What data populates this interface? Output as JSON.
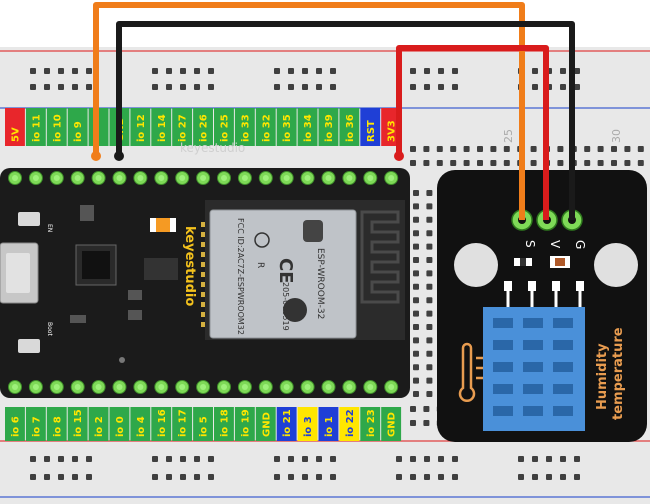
{
  "breadboard": {
    "column_numbers": [
      "25",
      "30"
    ]
  },
  "pin_labels_top": [
    {
      "text": "5V",
      "color": "#e8262b",
      "text_color": "#ffe600"
    },
    {
      "text": "io 11",
      "color": "#2ea84a",
      "text_color": "#ffe600"
    },
    {
      "text": "io 10",
      "color": "#2ea84a",
      "text_color": "#ffe600"
    },
    {
      "text": "io 9",
      "color": "#2ea84a",
      "text_color": "#ffe600"
    },
    {
      "text": "",
      "color": "#2ea84a",
      "text_color": "#ffe600"
    },
    {
      "text": "GND",
      "color": "#2ea84a",
      "text_color": "#ffe600"
    },
    {
      "text": "io 12",
      "color": "#2ea84a",
      "text_color": "#ffe600"
    },
    {
      "text": "io 14",
      "color": "#2ea84a",
      "text_color": "#ffe600"
    },
    {
      "text": "io 27",
      "color": "#2ea84a",
      "text_color": "#ffe600"
    },
    {
      "text": "io 26",
      "color": "#2ea84a",
      "text_color": "#ffe600"
    },
    {
      "text": "io 25",
      "color": "#2ea84a",
      "text_color": "#ffe600"
    },
    {
      "text": "io 33",
      "color": "#2ea84a",
      "text_color": "#ffe600"
    },
    {
      "text": "io 32",
      "color": "#2ea84a",
      "text_color": "#ffe600"
    },
    {
      "text": "io 35",
      "color": "#2ea84a",
      "text_color": "#ffe600"
    },
    {
      "text": "io 34",
      "color": "#2ea84a",
      "text_color": "#ffe600"
    },
    {
      "text": "io 39",
      "color": "#2ea84a",
      "text_color": "#ffe600"
    },
    {
      "text": "io 36",
      "color": "#2ea84a",
      "text_color": "#ffe600"
    },
    {
      "text": "RST",
      "color": "#1f3fd6",
      "text_color": "#ffe600"
    },
    {
      "text": "3V3",
      "color": "#e8262b",
      "text_color": "#ffe600"
    }
  ],
  "pin_labels_bottom": [
    {
      "text": "io 6",
      "color": "#2ea84a",
      "text_color": "#ffe600"
    },
    {
      "text": "io 7",
      "color": "#2ea84a",
      "text_color": "#ffe600"
    },
    {
      "text": "io 8",
      "color": "#2ea84a",
      "text_color": "#ffe600"
    },
    {
      "text": "io 15",
      "color": "#2ea84a",
      "text_color": "#ffe600"
    },
    {
      "text": "io 2",
      "color": "#2ea84a",
      "text_color": "#ffe600"
    },
    {
      "text": "io 0",
      "color": "#2ea84a",
      "text_color": "#ffe600"
    },
    {
      "text": "io 4",
      "color": "#2ea84a",
      "text_color": "#ffe600"
    },
    {
      "text": "io 16",
      "color": "#2ea84a",
      "text_color": "#ffe600"
    },
    {
      "text": "io 17",
      "color": "#2ea84a",
      "text_color": "#ffe600"
    },
    {
      "text": "io 5",
      "color": "#2ea84a",
      "text_color": "#ffe600"
    },
    {
      "text": "io 18",
      "color": "#2ea84a",
      "text_color": "#ffe600"
    },
    {
      "text": "io 19",
      "color": "#2ea84a",
      "text_color": "#ffe600"
    },
    {
      "text": "GND",
      "color": "#2ea84a",
      "text_color": "#ffe600"
    },
    {
      "text": "io 21",
      "color": "#1f3fd6",
      "text_color": "#ffe600"
    },
    {
      "text": "io 3",
      "color": "#ffe600",
      "text_color": "#1f3fd6"
    },
    {
      "text": "io 1",
      "color": "#1f3fd6",
      "text_color": "#ffe600"
    },
    {
      "text": "io 22",
      "color": "#ffe600",
      "text_color": "#1f3fd6"
    },
    {
      "text": "io 23",
      "color": "#2ea84a",
      "text_color": "#ffe600"
    },
    {
      "text": "GND",
      "color": "#2ea84a",
      "text_color": "#ffe600"
    }
  ],
  "board": {
    "brand": "keyestudio",
    "brand_vertical": "keyestudio",
    "button_en": "EN",
    "button_boot": "Boot",
    "module_name": "ESP-WROOM-32",
    "module_code": "205-000519",
    "fcc_id": "FCC ID:2AC7Z-ESPWROOM32",
    "r_mark": "R",
    "ce_mark": "CE"
  },
  "sensor": {
    "pins": [
      "S",
      "V",
      "G"
    ],
    "label_line1": "Humidity",
    "label_line2": "temperature"
  },
  "wires": [
    {
      "name": "signal",
      "color": "#f07d1a"
    },
    {
      "name": "ground",
      "color": "#1a1a1a"
    },
    {
      "name": "power",
      "color": "#d91c1c"
    }
  ],
  "colors": {
    "board": "#1b1b1b",
    "pin_green": "#7ed957",
    "module_shield": "#bfc3c8",
    "sensor_blue": "#4a90d9",
    "sensor_body": "#111111"
  }
}
